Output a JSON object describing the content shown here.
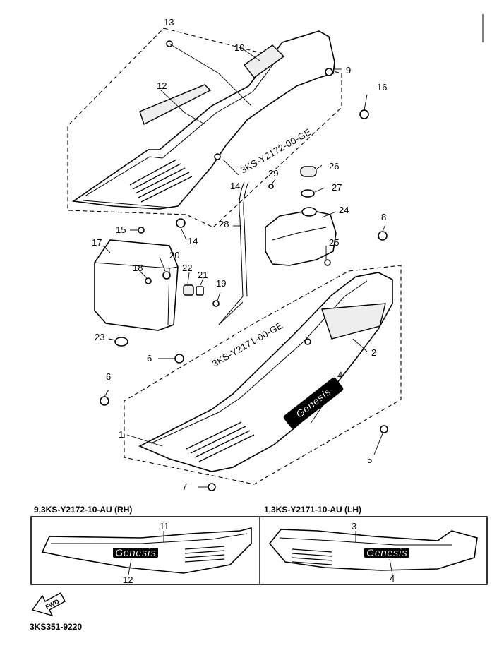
{
  "callouts": {
    "c13": "13",
    "c10": "10",
    "c9": "9",
    "c12": "12",
    "c16": "16",
    "c29": "29",
    "c26": "26",
    "c27": "27",
    "c14a": "14",
    "c24": "24",
    "c28": "28",
    "c8": "8",
    "c15": "15",
    "c14b": "14",
    "c25": "25",
    "c17": "17",
    "c20": "20",
    "c18": "18",
    "c22": "22",
    "c21": "21",
    "c19": "19",
    "c2": "2",
    "c23": "23",
    "c6a": "6",
    "c6b": "6",
    "c4": "4",
    "c1": "1",
    "c5": "5",
    "c7": "7",
    "c11": "11",
    "c12b": "12",
    "c3": "3",
    "c4b": "4"
  },
  "references": {
    "rh_cover_ref": "3KS-Y2172-00-GE",
    "lh_cover_ref": "3KS-Y2171-00-GE"
  },
  "inset": {
    "rh_caption": "9,3KS-Y2172-10-AU (RH)",
    "lh_caption": "1,3KS-Y2171-10-AU (LH)"
  },
  "decals": {
    "brand_text": "Genesis"
  },
  "arrow": {
    "label": "FWD"
  },
  "footer": {
    "drawing_number": "3KS351-9220"
  },
  "icons": {
    "forward_arrow": "fwd-arrow-icon"
  }
}
